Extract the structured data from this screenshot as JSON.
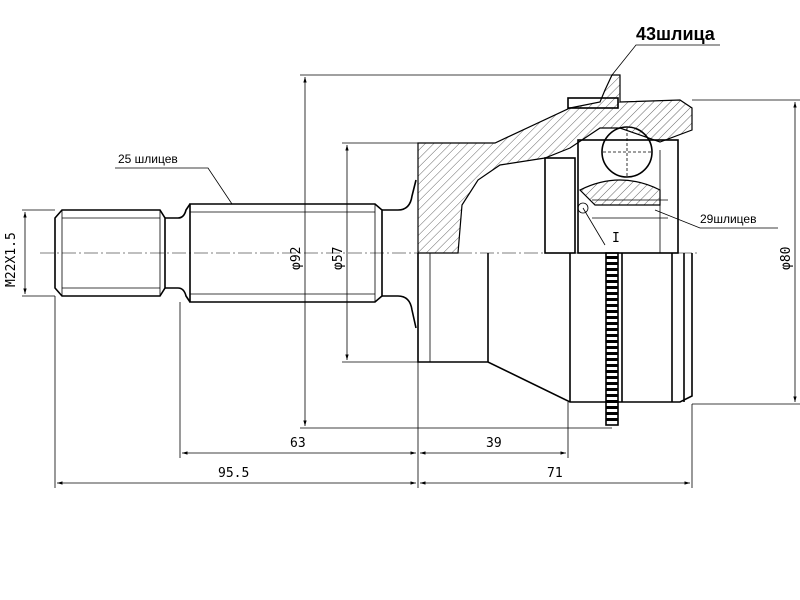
{
  "labels": {
    "top_splines": "43шлица",
    "left_splines": "25 шлицев",
    "right_splines": "29шлицев",
    "section_mark": "I"
  },
  "dimensions": {
    "thread": "M22X1.5",
    "d92": "φ92",
    "d57": "φ57",
    "d80": "φ80",
    "len63": "63",
    "len39": "39",
    "len95_5": "95.5",
    "len71": "71"
  }
}
